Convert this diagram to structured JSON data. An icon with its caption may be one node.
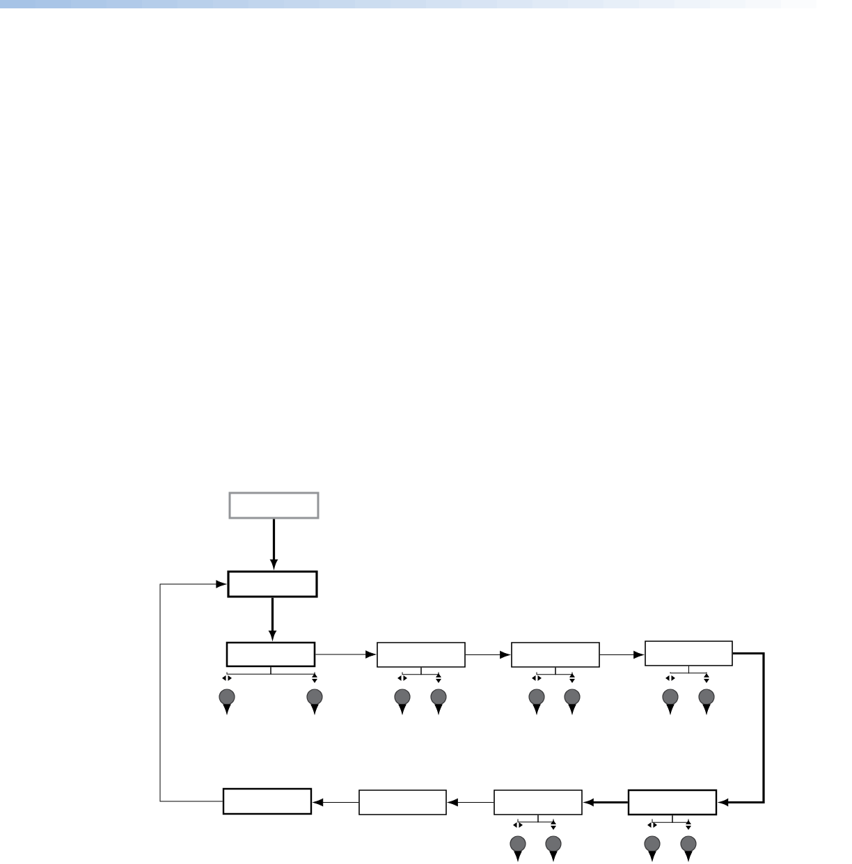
{
  "diagram": {
    "nodes": [
      {
        "text": [],
        "shape": "box"
      },
      {
        "text": [],
        "shape": "box"
      },
      {
        "text": [],
        "shape": "box"
      },
      {
        "text": [],
        "shape": "box"
      },
      {
        "text": [],
        "shape": "box"
      },
      {
        "text": [],
        "shape": "box"
      },
      {
        "text": [],
        "shape": "box"
      },
      {
        "text": [],
        "shape": "box"
      },
      {
        "text": [],
        "shape": "box"
      },
      {
        "text": [],
        "shape": "box"
      },
      {
        "text": [],
        "shape": "circle"
      },
      {
        "text": [],
        "shape": "circle"
      },
      {
        "text": [],
        "shape": "circle"
      },
      {
        "text": [],
        "shape": "circle"
      },
      {
        "text": [],
        "shape": "circle"
      },
      {
        "text": [],
        "shape": "circle"
      },
      {
        "text": [],
        "shape": "circle"
      },
      {
        "text": [],
        "shape": "circle"
      },
      {
        "text": [],
        "shape": "circle"
      },
      {
        "text": [],
        "shape": "circle"
      },
      {
        "text": [],
        "shape": "circle"
      },
      {
        "text": [],
        "shape": "circle"
      }
    ],
    "edges": [
      {
        "from": 0,
        "to": 1,
        "arrow": "to",
        "style": "thick"
      },
      {
        "from": 1,
        "to": 2,
        "arrow": "to",
        "style": "thick"
      },
      {
        "from": 2,
        "to": 3,
        "arrow": "to"
      },
      {
        "from": 3,
        "to": 4,
        "arrow": "to"
      },
      {
        "from": 4,
        "to": 5,
        "arrow": "to"
      },
      {
        "from": 5,
        "to": 6,
        "arrow": "to",
        "style": "thick"
      },
      {
        "from": 6,
        "to": 7,
        "arrow": "to",
        "style": "thick"
      },
      {
        "from": 7,
        "to": 8,
        "arrow": "to"
      },
      {
        "from": 8,
        "to": 9,
        "arrow": "to"
      },
      {
        "from": 9,
        "to": 1,
        "arrow": "to"
      },
      {
        "from": 2,
        "to": 10,
        "arrow": "none"
      },
      {
        "from": 2,
        "to": 11,
        "arrow": "none"
      },
      {
        "from": 3,
        "to": 12,
        "arrow": "none"
      },
      {
        "from": 3,
        "to": 13,
        "arrow": "none"
      },
      {
        "from": 4,
        "to": 14,
        "arrow": "none"
      },
      {
        "from": 4,
        "to": 15,
        "arrow": "none"
      },
      {
        "from": 5,
        "to": 16,
        "arrow": "none"
      },
      {
        "from": 5,
        "to": 17,
        "arrow": "none"
      },
      {
        "from": 7,
        "to": 18,
        "arrow": "none"
      },
      {
        "from": 7,
        "to": 19,
        "arrow": "none"
      },
      {
        "from": 6,
        "to": 20,
        "arrow": "none"
      },
      {
        "from": 6,
        "to": 21,
        "arrow": "none"
      },
      {
        "from": 10,
        "to": null,
        "arrow": "to"
      },
      {
        "from": 11,
        "to": null,
        "arrow": "to"
      },
      {
        "from": 12,
        "to": null,
        "arrow": "to"
      },
      {
        "from": 13,
        "to": null,
        "arrow": "to"
      },
      {
        "from": 14,
        "to": null,
        "arrow": "to"
      },
      {
        "from": 15,
        "to": null,
        "arrow": "to"
      },
      {
        "from": 16,
        "to": null,
        "arrow": "to"
      },
      {
        "from": 17,
        "to": null,
        "arrow": "to"
      },
      {
        "from": 18,
        "to": null,
        "arrow": "to"
      },
      {
        "from": 19,
        "to": null,
        "arrow": "to"
      },
      {
        "from": 20,
        "to": null,
        "arrow": "to"
      },
      {
        "from": 21,
        "to": null,
        "arrow": "to"
      }
    ]
  }
}
